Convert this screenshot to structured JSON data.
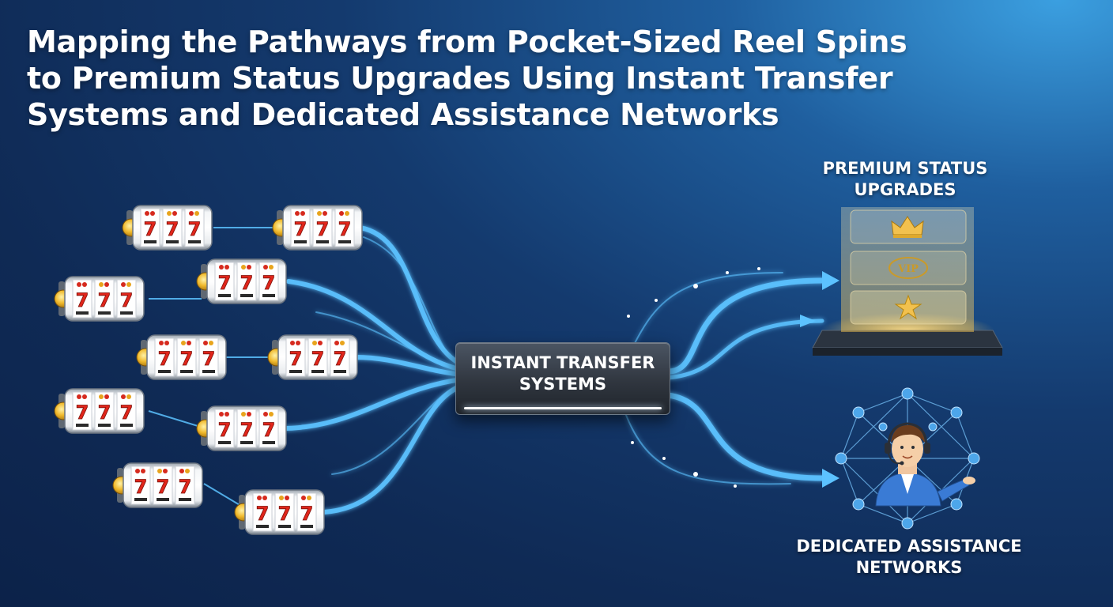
{
  "title": {
    "line1": "Mapping the Pathways from Pocket-Sized Reel Spins",
    "line2": "to Premium Status Upgrades Using Instant Transfer",
    "line3": "Systems and Dedicated Assistance Networks"
  },
  "hub": {
    "line1": "INSTANT TRANSFER",
    "line2": "SYSTEMS"
  },
  "premium": {
    "line1": "PREMIUM STATUS",
    "line2": "UPGRADES",
    "tiers": [
      {
        "icon": "crown-icon"
      },
      {
        "icon": "vip-badge-icon",
        "text": "VIP"
      },
      {
        "icon": "star-icon"
      }
    ]
  },
  "assistance": {
    "line1": "DEDICATED ASSISTANCE",
    "line2": "NETWORKS",
    "icon": "support-agent-icon"
  },
  "reel_symbols": [
    "7",
    "7",
    "7"
  ],
  "colors": {
    "flow": "#5cc2ff",
    "gold": "#f2c14e",
    "reel_seven": "#e0261b"
  }
}
